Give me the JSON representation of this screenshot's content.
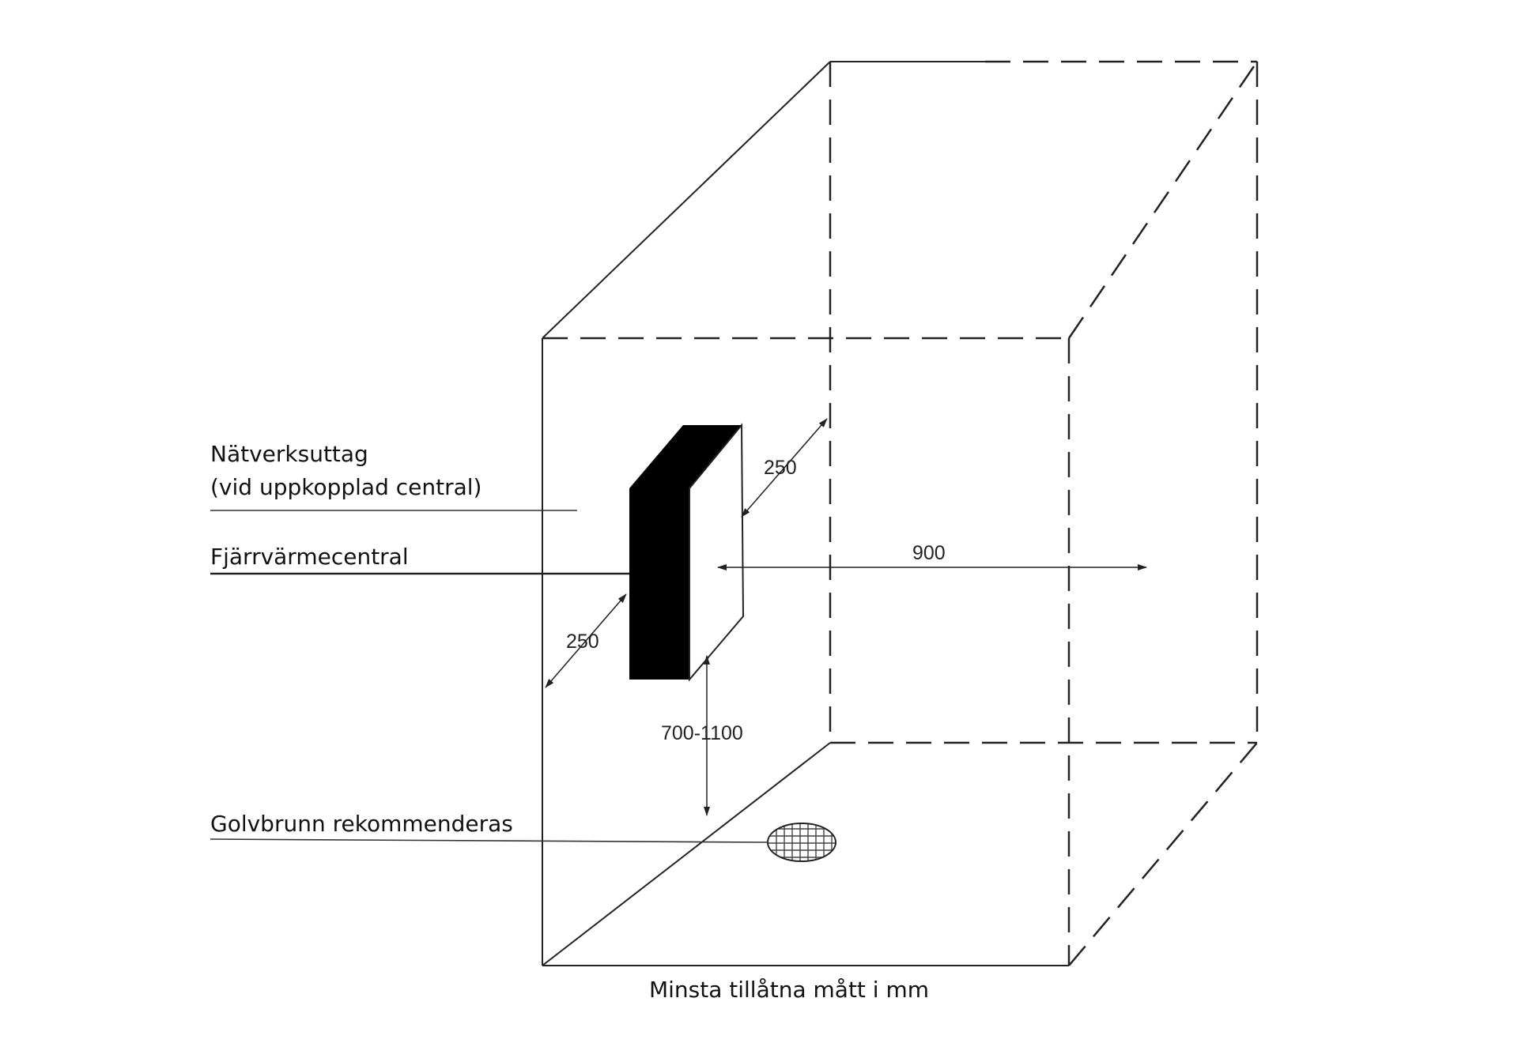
{
  "labels": {
    "network_outlet_line1": "Nätverksuttag",
    "network_outlet_line2": "(vid uppkopplad central)",
    "heating_unit": "Fjärrvärmecentral",
    "floor_drain": "Golvbrunn rekommenderas"
  },
  "dimensions": {
    "side_clearance_right": "250",
    "front_clearance": "900",
    "side_clearance_left": "250",
    "mounting_height": "700-1100"
  },
  "caption": "Minsta tillåtna mått i mm",
  "colors": {
    "line": "#222222",
    "unit_fill": "#000000",
    "background": "#ffffff"
  }
}
